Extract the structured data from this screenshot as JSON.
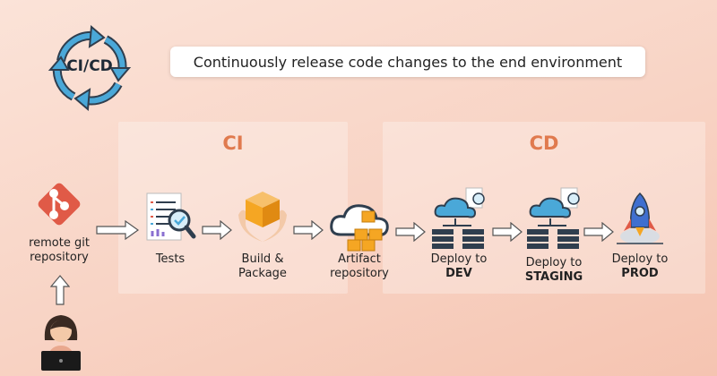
{
  "logo": {
    "text": "CI/CD"
  },
  "banner": {
    "text": "Continuously release code changes to the end environment"
  },
  "panels": {
    "ci_title": "CI",
    "cd_title": "CD"
  },
  "steps": {
    "repo": {
      "line1": "remote git",
      "line2": "repository"
    },
    "tests": {
      "line1": "Tests"
    },
    "build": {
      "line1": "Build &",
      "line2": "Package"
    },
    "artifact": {
      "line1": "Artifact",
      "line2": "repository"
    },
    "dev": {
      "line1": "Deploy to",
      "line2": "DEV"
    },
    "staging": {
      "line1": "Deploy to",
      "line2": "STAGING"
    },
    "prod": {
      "line1": "Deploy to",
      "line2": "PROD"
    }
  },
  "colors": {
    "accent": "#e07a4e",
    "git": "#e05a47",
    "cloud": "#4aa8d8",
    "server": "#2f3e4e",
    "box": "#f5a623"
  }
}
